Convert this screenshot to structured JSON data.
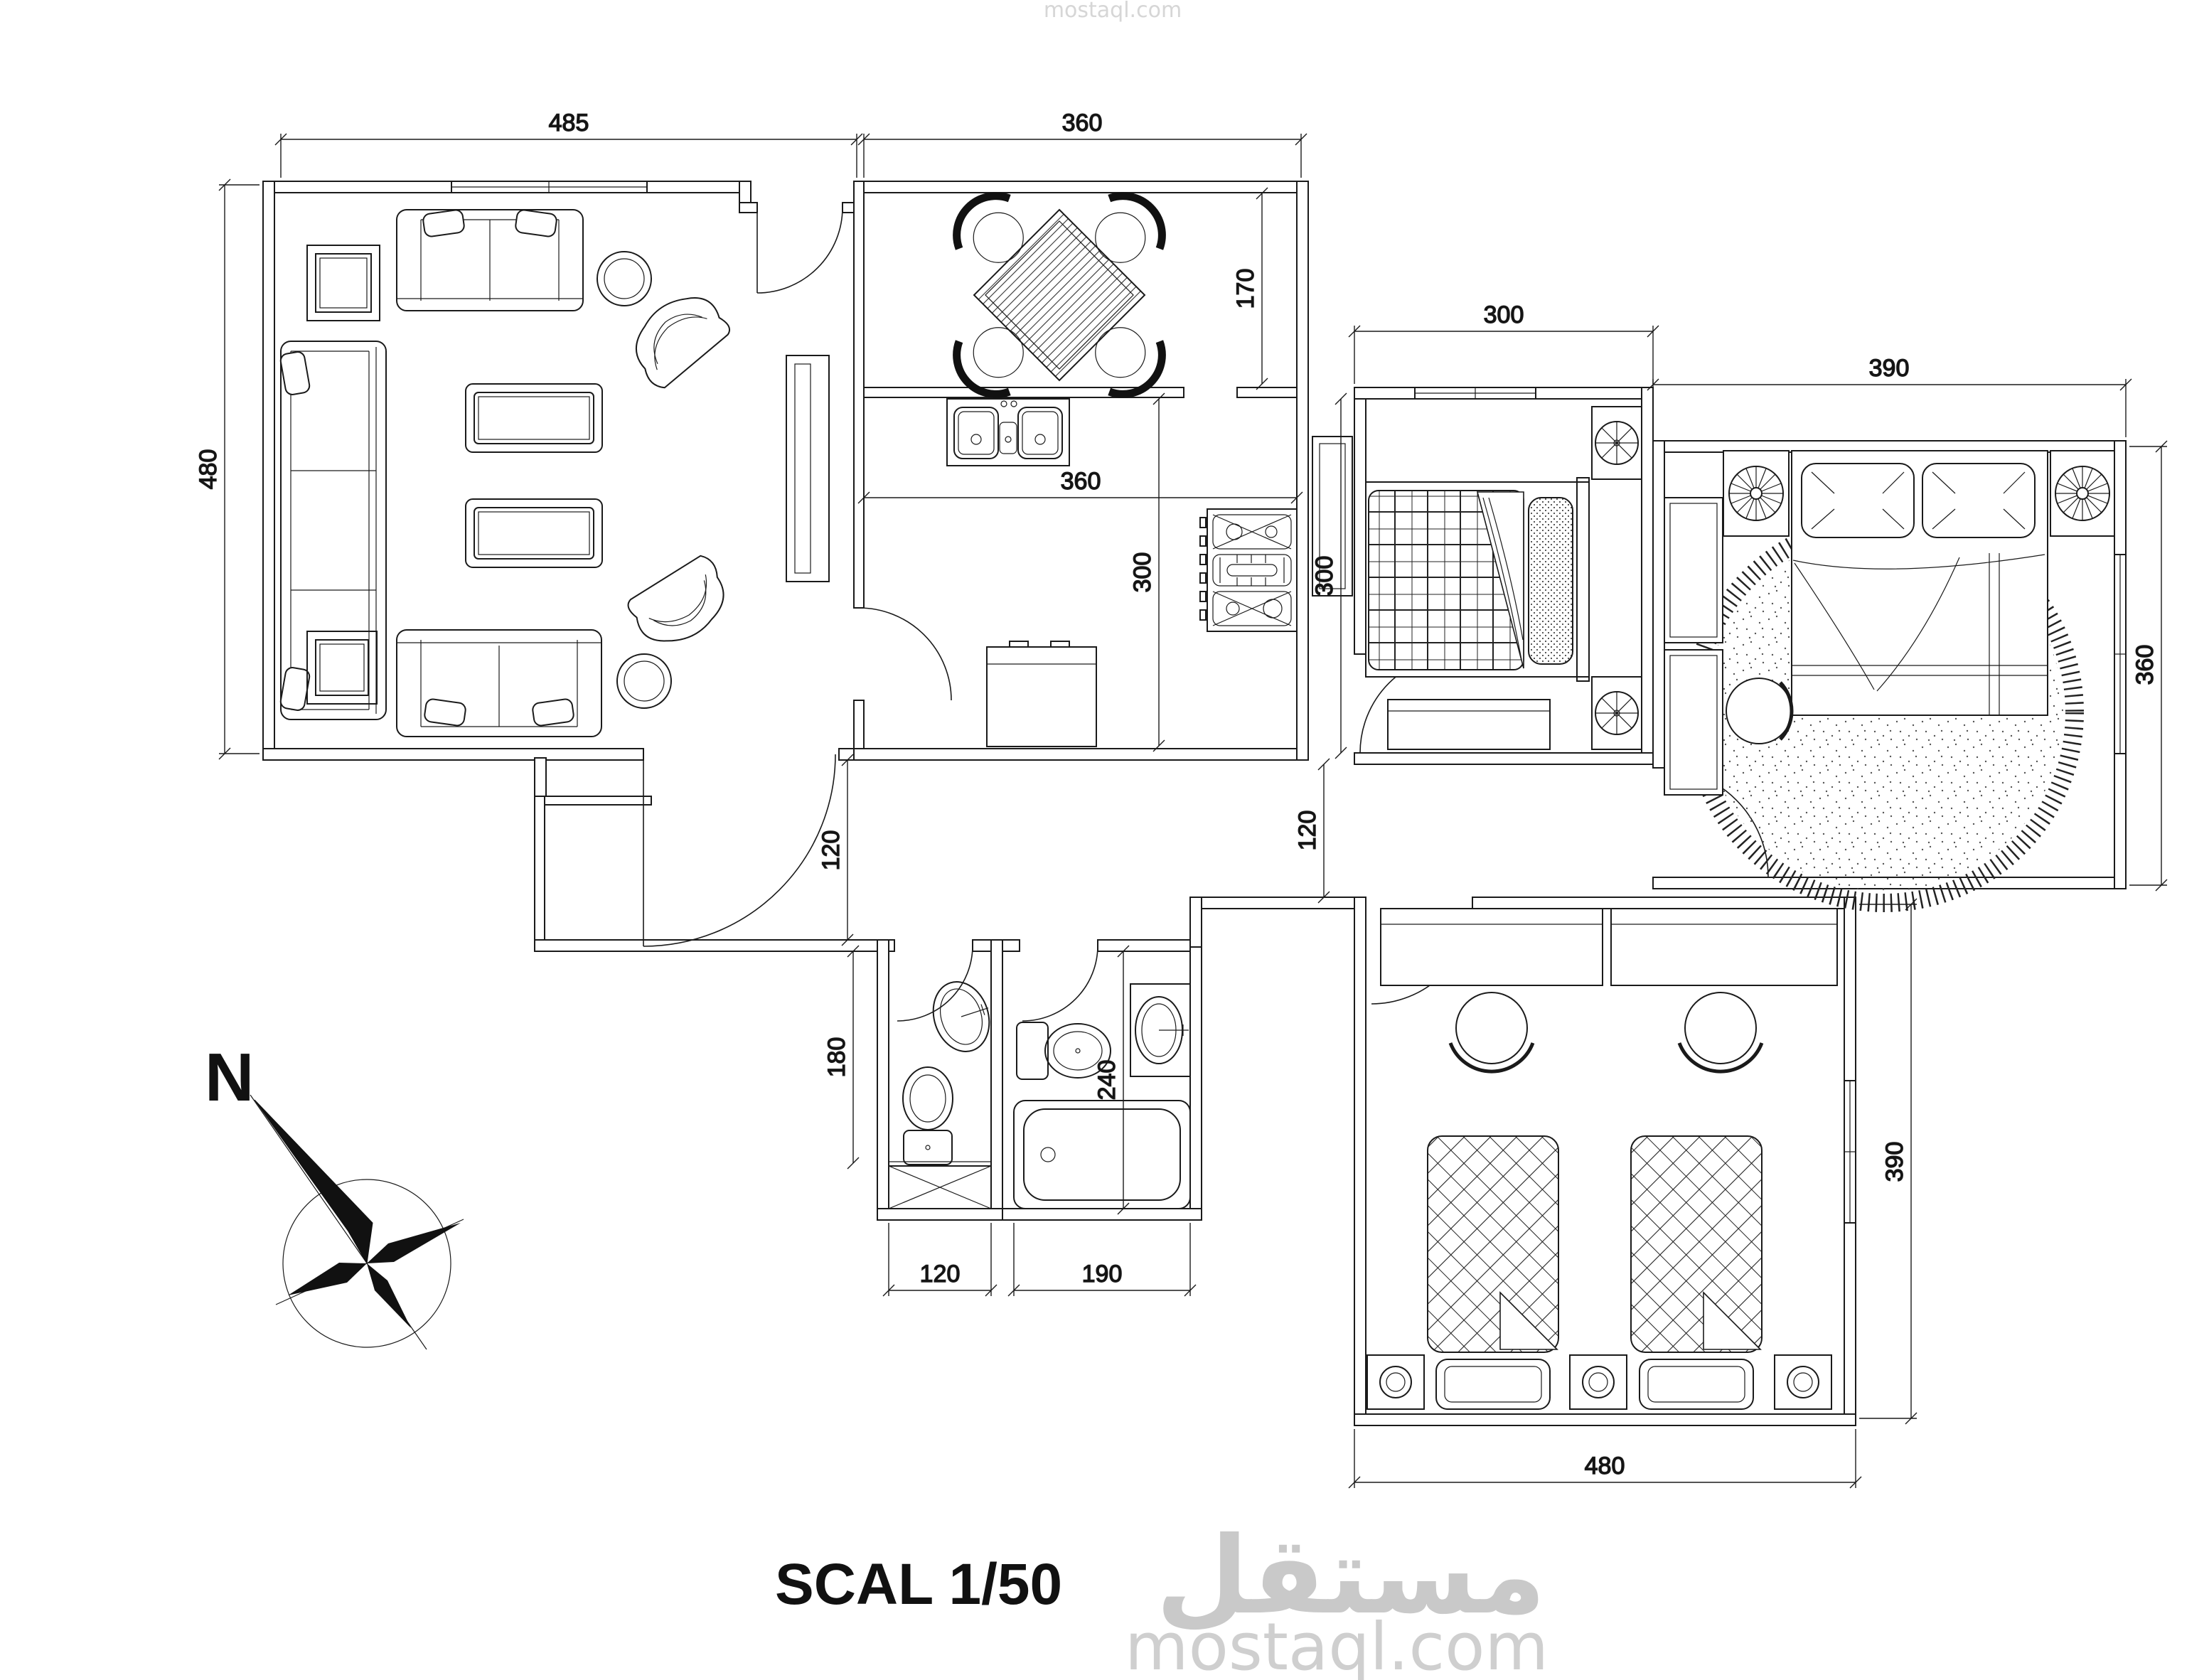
{
  "labels": {
    "scale": "SCAL 1/50",
    "north": "N"
  },
  "watermark": {
    "arabic": "مستقل",
    "site": "mostaql.com",
    "site_top": "mostaql.com"
  },
  "dimensions": {
    "living_width": "485",
    "living_height": "480",
    "dining_width": "360",
    "dining_height": "170",
    "kitchen_width": "360",
    "kitchen_height": "300",
    "bedroom1_width": "300",
    "bedroom1_height": "300",
    "master_width": "390",
    "master_height": "360",
    "kids_width": "480",
    "kids_height": "390",
    "hall_left": "120",
    "hall_right": "120",
    "wc_height": "180",
    "bath_height": "240",
    "wc_width": "120",
    "bath_width": "190"
  },
  "furniture_icons": [
    "sofa-2seat-icon",
    "sofa-3seat-icon",
    "armchair-icon",
    "coffee-table-icon",
    "round-table-icon",
    "wall-frame-icon",
    "tv-unit-icon",
    "dining-table-icon",
    "dining-chair-icon",
    "kitchen-sink-icon",
    "stove-icon",
    "fridge-icon",
    "single-bed-icon",
    "double-bed-icon",
    "twin-bed-icon",
    "pillow-icon",
    "nightstand-lamp-icon",
    "round-rug-icon",
    "dresser-icon",
    "desk-icon",
    "desk-chair-icon",
    "toilet-icon",
    "washbasin-icon",
    "bathtub-icon",
    "washing-machine-icon",
    "wardrobe-icon",
    "door-swing-icon",
    "window-icon",
    "compass-rose-icon"
  ]
}
